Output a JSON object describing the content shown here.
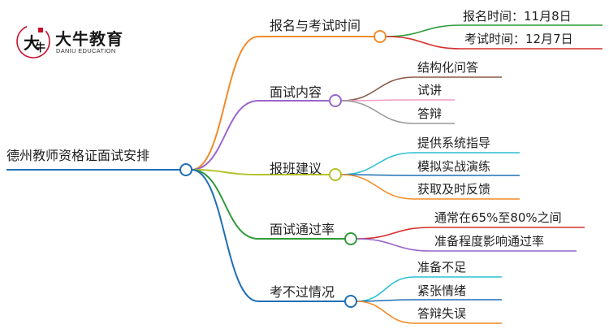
{
  "logo": {
    "name": "大牛教育",
    "sub": "DANIU EDUCATION"
  },
  "root": {
    "label": "德州教师资格证面试安排"
  },
  "branches": [
    {
      "label": "报名与考试时间",
      "color": "#f28c28",
      "children": [
        {
          "label": "报名时间：11月8日",
          "color": "#2e9b3a"
        },
        {
          "label": "考试时间：12月7日",
          "color": "#d62f2f"
        }
      ]
    },
    {
      "label": "面试内容",
      "color": "#9966cc",
      "children": [
        {
          "label": "结构化问答",
          "color": "#8b5a4a"
        },
        {
          "label": "试讲",
          "color": "#f29ac6"
        },
        {
          "label": "答辩",
          "color": "#9a9a9a"
        }
      ]
    },
    {
      "label": "报班建议",
      "color": "#b5c22a",
      "children": [
        {
          "label": "提供系统指导",
          "color": "#2cc0d0"
        },
        {
          "label": "模拟实战演练",
          "color": "#1f6fb5"
        },
        {
          "label": "获取及时反馈",
          "color": "#f28c28"
        }
      ]
    },
    {
      "label": "面试通过率",
      "color": "#2e9b3a",
      "children": [
        {
          "label": "通常在65%至80%之间",
          "color": "#d62f2f"
        },
        {
          "label": "准备程度影响通过率",
          "color": "#9966cc"
        }
      ]
    },
    {
      "label": "考不过情况",
      "color": "#1f6fb5",
      "children": [
        {
          "label": "准备不足",
          "color": "#2cc0d0"
        },
        {
          "label": "紧张情绪",
          "color": "#1f6fb5"
        },
        {
          "label": "答辩失误",
          "color": "#f28c28"
        }
      ]
    }
  ]
}
